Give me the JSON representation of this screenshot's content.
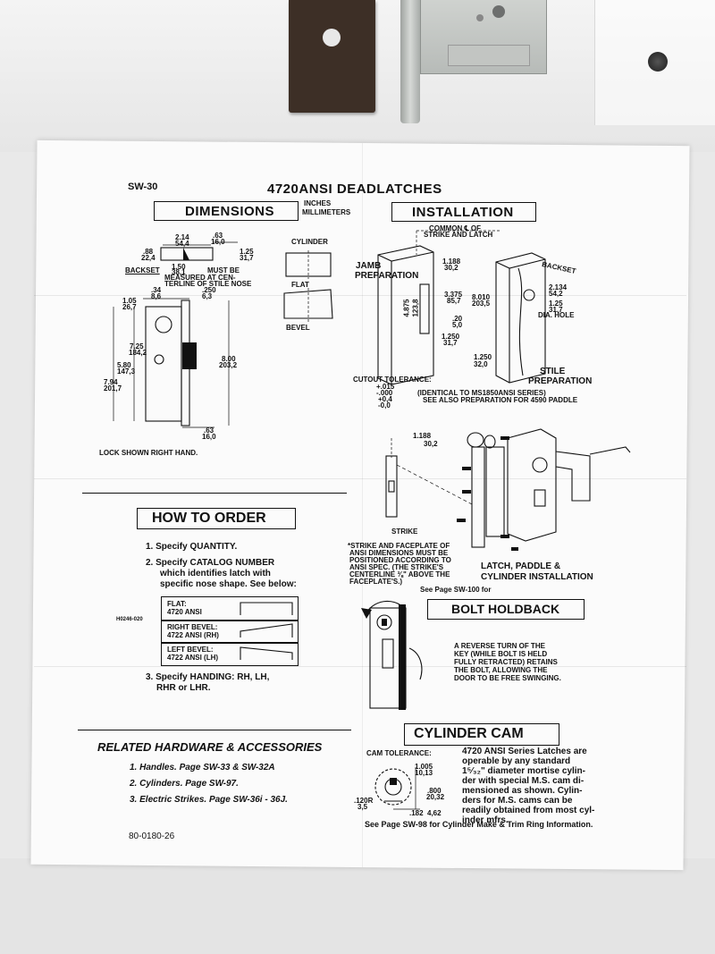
{
  "doc": {
    "code": "SW-30",
    "title": "4720ANSI DEADLATCHES",
    "dimensions": {
      "heading": "DIMENSIONS",
      "units": [
        "INCHES",
        "MILLIMETERS"
      ],
      "dims": [
        "2.14",
        "54,4",
        ".63",
        "16,0",
        "1.25",
        "31,7",
        ".88",
        "22,4",
        "1.50",
        "38,1",
        ".34",
        "8,6",
        ".250",
        "6,3",
        "1.05",
        "26,7",
        "7.25",
        "184,2",
        "5.80",
        "147,3",
        "7.94",
        "201,7",
        "8.00",
        "203,2",
        ".63",
        "16,0"
      ],
      "backset_note": [
        "BACKSET",
        "MUST BE",
        "MEASURED AT CEN-",
        "TERLINE OF STILE NOSE"
      ],
      "cylinder": "CYLINDER",
      "flat": "FLAT",
      "bevel": "BEVEL",
      "lock_note": "LOCK SHOWN RIGHT HAND."
    },
    "installation": {
      "heading": "INSTALLATION",
      "common": [
        "COMMON ℄ OF",
        "STRIKE AND LATCH"
      ],
      "jamb": [
        "JAMB",
        "PREPARATION"
      ],
      "dims": [
        "1.188",
        "30,2",
        "3.375",
        "85,7",
        "8.010",
        "203,5",
        ".20",
        "5,0",
        "1.250",
        "31,7",
        "4.875",
        "123,8",
        "1.250",
        "32,0"
      ],
      "backset": "BACKSET",
      "backset_dims": [
        "2.134",
        "54,2",
        "1.25",
        "31,7",
        "DIA. HOLE"
      ],
      "stile": [
        "STILE",
        "PREPARATION"
      ],
      "cutout": [
        "CUTOUT TOLERANCE:",
        "+.015",
        "-.000",
        "+0,4",
        "-0,0"
      ],
      "identical": [
        "(IDENTICAL TO MS1850ANSI SERIES)",
        "SEE ALSO PREPARATION FOR 4590 PADDLE"
      ],
      "strike_dims": [
        "1.188",
        "30,2"
      ],
      "strike": "STRIKE",
      "strike_note": [
        "*STRIKE AND FACEPLATE OF",
        "ANSI DIMENSIONS MUST BE",
        "POSITIONED ACCORDING TO",
        "ANSI SPEC. (THE STRIKE'S",
        "CENTERLINE ⅜\" ABOVE THE",
        "FACEPLATE'S.)"
      ],
      "latch_caption": [
        "LATCH, PADDLE &",
        "CYLINDER INSTALLATION"
      ],
      "see_page": "See Page SW-100 for"
    },
    "order": {
      "heading": "HOW TO ORDER",
      "step1": "1.  Specify QUANTITY.",
      "step2": [
        "2.  Specify CATALOG NUMBER",
        "which identifies latch with",
        "specific nose shape. See below:"
      ],
      "code": "H0246-020",
      "rows": [
        {
          "l1": "FLAT:",
          "l2": "4720 ANSI"
        },
        {
          "l1": "RIGHT BEVEL:",
          "l2": "4722 ANSI (RH)"
        },
        {
          "l1": "LEFT BEVEL:",
          "l2": "4722 ANSI (LH)"
        }
      ],
      "step3": [
        "3.  Specify HANDING: RH, LH,",
        "RHR or LHR."
      ]
    },
    "holdback": {
      "heading": "BOLT HOLDBACK",
      "text": [
        "A REVERSE TURN OF THE",
        "KEY (WHILE BOLT IS HELD",
        "FULLY RETRACTED) RETAINS",
        "THE BOLT, ALLOWING THE",
        "DOOR TO BE FREE SWINGING."
      ]
    },
    "related": {
      "heading": "RELATED HARDWARE & ACCESSORIES",
      "items": [
        "1.  Handles. Page SW-33 & SW-32A",
        "2.  Cylinders. Page SW-97.",
        "3.  Electric Strikes. Page  SW-36i - 36J."
      ],
      "part": "80-0180-26"
    },
    "cam": {
      "heading": "CYLINDER CAM",
      "tolerance": "CAM TOLERANCE:",
      "dims": [
        "1.005",
        "10,13",
        ".800",
        "20,32",
        ".120R",
        "3,5",
        ".182",
        "4,62"
      ],
      "text": [
        "4720 ANSI Series Latches are",
        "operable by any standard",
        "1⁵⁄₃₂\" diameter mortise cylin-",
        "der with special M.S. cam di-",
        "mensioned as shown. Cylin-",
        "ders for M.S. cams can be",
        "readily obtained from most cyl-",
        "inder mfrs."
      ],
      "footer": "See Page SW-98 for Cylinder Make & Trim Ring Information."
    }
  },
  "colors": {
    "plate": "#3d2f26",
    "metal": "#c9ccc9",
    "paper": "#fbfbfb",
    "ink": "#111111"
  }
}
